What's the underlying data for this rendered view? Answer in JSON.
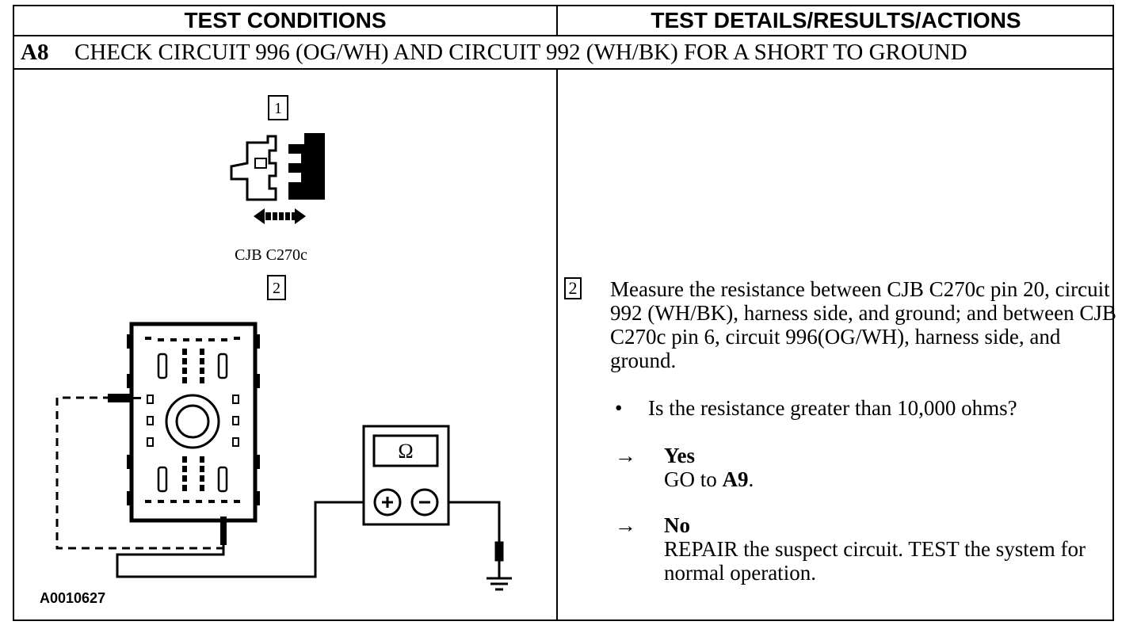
{
  "header": {
    "left": "TEST CONDITIONS",
    "right": "TEST DETAILS/RESULTS/ACTIONS"
  },
  "step": {
    "id": "A8",
    "title": "CHECK CIRCUIT 996 (OG/WH) AND CIRCUIT 992 (WH/BK) FOR A SHORT TO GROUND"
  },
  "diagram": {
    "callout_1": "1",
    "connector_label": "CJB C270c",
    "callout_2": "2",
    "meter_symbol": "Ω",
    "figure_id": "A0010627"
  },
  "details": {
    "step_num": "2",
    "instruction": "Measure the resistance between CJB C270c pin 20, circuit 992 (WH/BK), harness side, and ground; and between CJB C270c pin 6, circuit 996(OG/WH), harness side, and ground.",
    "bullet_symbol": "•",
    "question": "Is the resistance greater than 10,000 ohms?",
    "arrow_symbol": "→",
    "yes_label": "Yes",
    "yes_action_prefix": "GO to ",
    "yes_action_target": "A9",
    "yes_action_suffix": ".",
    "no_label": "No",
    "no_action": "REPAIR the suspect circuit. TEST the system for normal operation."
  }
}
